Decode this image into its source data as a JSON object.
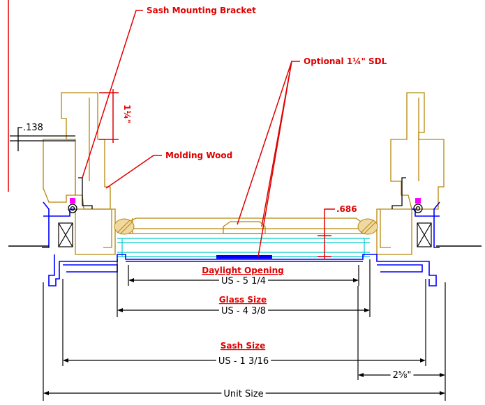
{
  "labels": {
    "sash_bracket": "Sash Mounting Bracket",
    "optional_sdl": "Optional 1¼\" SDL",
    "molding_wood": "Molding Wood",
    "gap_138": ".138",
    "gap_686": ".686",
    "one_quarter": "1¼\"",
    "daylight_opening": "Daylight Opening",
    "daylight_dim": "US - 5 1/4",
    "glass_size": "Glass Size",
    "glass_dim": "US - 4 3/8",
    "sash_size": "Sash Size",
    "sash_dim": "US - 1 3/16",
    "frame_dim": "2⅝\"",
    "unit_size": "Unit Size"
  },
  "colors": {
    "wood": "#b8860b",
    "aluminum": "#0000ff",
    "glass": "#00cccc",
    "leader": "#e00000",
    "dimension": "#000000",
    "hardware": "#ff00ff"
  }
}
